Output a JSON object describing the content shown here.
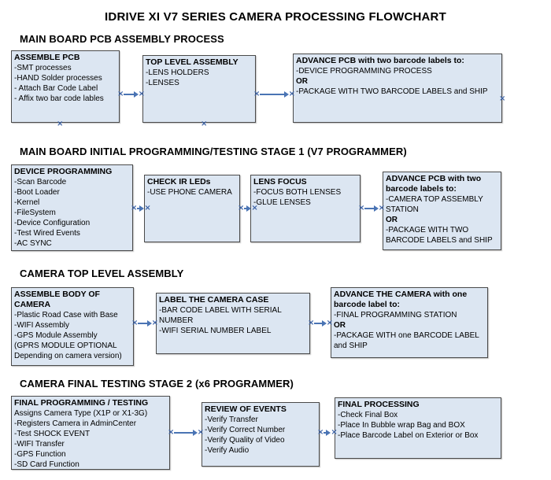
{
  "page_title": "IDRIVE XI V7 SERIES CAMERA PROCESSING FLOWCHART",
  "icons": {
    "x_mark": "×"
  },
  "colors": {
    "background": "#ffffff",
    "box_fill": "#dce6f2",
    "box_border": "#4a4a4a",
    "connector_blue": "#4a74b4",
    "text": "#000000"
  },
  "sections": [
    {
      "heading": "MAIN BOARD PCB ASSEMBLY PROCESS",
      "boxes": [
        {
          "title": "ASSEMBLE PCB",
          "lines": [
            "-SMT processes",
            "-HAND Solder processes",
            "- Attach Bar Code Label",
            "- Affix two bar code lables"
          ]
        },
        {
          "title": "TOP LEVEL ASSEMBLY",
          "lines": [
            "-LENS HOLDERS",
            "-LENSES"
          ]
        },
        {
          "title": "ADVANCE PCB with two barcode labels to:",
          "lines": [
            "-DEVICE PROGRAMMING PROCESS",
            "OR",
            "-PACKAGE WITH TWO BARCODE LABELS and SHIP"
          ]
        }
      ]
    },
    {
      "heading": "MAIN BOARD INITIAL PROGRAMMING/TESTING STAGE 1 (V7 PROGRAMMER)",
      "boxes": [
        {
          "title": "DEVICE PROGRAMMING",
          "lines": [
            "-Scan Barcode",
            "-Boot Loader",
            "-Kernel",
            "-FileSystem",
            "-Device Configuration",
            "-Test Wired Events",
            "-AC SYNC"
          ]
        },
        {
          "title": "CHECK IR LEDs",
          "lines": [
            "-USE PHONE CAMERA"
          ]
        },
        {
          "title": "LENS FOCUS",
          "lines": [
            "-FOCUS BOTH LENSES",
            "-GLUE LENSES"
          ]
        },
        {
          "title": "ADVANCE PCB with two barcode labels to:",
          "lines": [
            "-CAMERA TOP ASSEMBLY STATION",
            "OR",
            "-PACKAGE WITH TWO BARCODE LABELS and SHIP"
          ]
        }
      ]
    },
    {
      "heading": "CAMERA TOP LEVEL ASSEMBLY",
      "boxes": [
        {
          "title": "ASSEMBLE BODY OF CAMERA",
          "lines": [
            "-Plastic Road Case with Base",
            "-WIFI Assembly",
            "-GPS Module Assembly",
            "(GPRS MODULE OPTIONAL",
            "Depending on camera version)"
          ]
        },
        {
          "title": "LABEL THE CAMERA CASE",
          "lines": [
            "-BAR CODE LABEL WITH SERIAL NUMBER",
            "-WIFI SERIAL NUMBER LABEL"
          ]
        },
        {
          "title": "ADVANCE THE CAMERA with one barcode label to:",
          "lines": [
            "-FINAL PROGRAMMING STATION",
            "OR",
            "-PACKAGE WITH one BARCODE LABEL and SHIP"
          ]
        }
      ]
    },
    {
      "heading": "CAMERA FINAL TESTING STAGE 2 (x6 PROGRAMMER)",
      "boxes": [
        {
          "title": "FINAL PROGRAMMING / TESTING",
          "lines": [
            "Assigns Camera Type (X1P or X1-3G)",
            "-Registers Camera in AdminCenter",
            "-Test SHOCK EVENT",
            "-WIFI Transfer",
            "-GPS Function",
            "-SD Card Function"
          ]
        },
        {
          "title": "REVIEW OF EVENTS",
          "lines": [
            "-Verify Transfer",
            "-Verify Correct Number",
            "-Verify Quality of Video",
            "-Verify Audio"
          ]
        },
        {
          "title": "FINAL PROCESSING",
          "lines": [
            "-Check Final Box",
            "-Place In Bubble wrap Bag and BOX",
            "-Place Barcode Label on Exterior or Box"
          ]
        }
      ]
    }
  ]
}
